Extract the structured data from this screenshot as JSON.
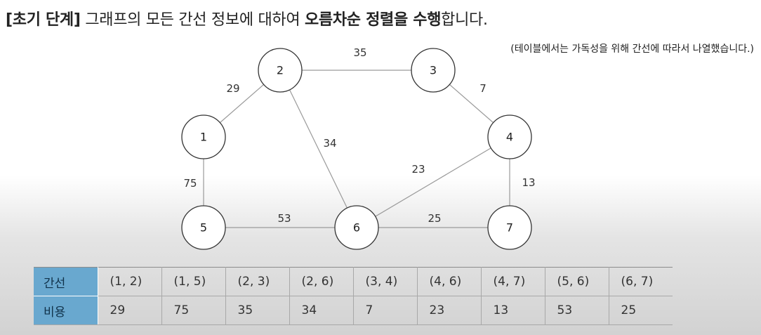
{
  "title": {
    "bracket": "[초기 단계]",
    "part1": " 그래프의 모든 간선 정보에 대하여 ",
    "emphasis1": "오름차순 정렬을 수행",
    "part2": "합니다."
  },
  "note": "(테이블에서는 가독성을 위해 간선에 따라서 나열했습니다.)",
  "graph": {
    "nodes": [
      {
        "id": 1,
        "label": "1"
      },
      {
        "id": 2,
        "label": "2"
      },
      {
        "id": 3,
        "label": "3"
      },
      {
        "id": 4,
        "label": "4"
      },
      {
        "id": 5,
        "label": "5"
      },
      {
        "id": 6,
        "label": "6"
      },
      {
        "id": 7,
        "label": "7"
      }
    ],
    "edges": [
      {
        "from": 1,
        "to": 2,
        "weight": 29,
        "weight_label": "29"
      },
      {
        "from": 1,
        "to": 5,
        "weight": 75,
        "weight_label": "75"
      },
      {
        "from": 2,
        "to": 3,
        "weight": 35,
        "weight_label": "35"
      },
      {
        "from": 2,
        "to": 6,
        "weight": 34,
        "weight_label": "34"
      },
      {
        "from": 3,
        "to": 4,
        "weight": 7,
        "weight_label": "7"
      },
      {
        "from": 4,
        "to": 6,
        "weight": 23,
        "weight_label": "23"
      },
      {
        "from": 4,
        "to": 7,
        "weight": 13,
        "weight_label": "13"
      },
      {
        "from": 5,
        "to": 6,
        "weight": 53,
        "weight_label": "53"
      },
      {
        "from": 6,
        "to": 7,
        "weight": 25,
        "weight_label": "25"
      }
    ]
  },
  "table": {
    "row_headers": [
      "간선",
      "비용"
    ],
    "edges": [
      "(1, 2)",
      "(1, 5)",
      "(2, 3)",
      "(2, 6)",
      "(3, 4)",
      "(4, 6)",
      "(4, 7)",
      "(5, 6)",
      "(6, 7)"
    ],
    "costs": [
      "29",
      "75",
      "35",
      "34",
      "7",
      "23",
      "13",
      "53",
      "25"
    ]
  },
  "colors": {
    "table_header_bg": "#69a8cf",
    "edge_line": "#9a9a9a",
    "node_stroke": "#333333"
  }
}
